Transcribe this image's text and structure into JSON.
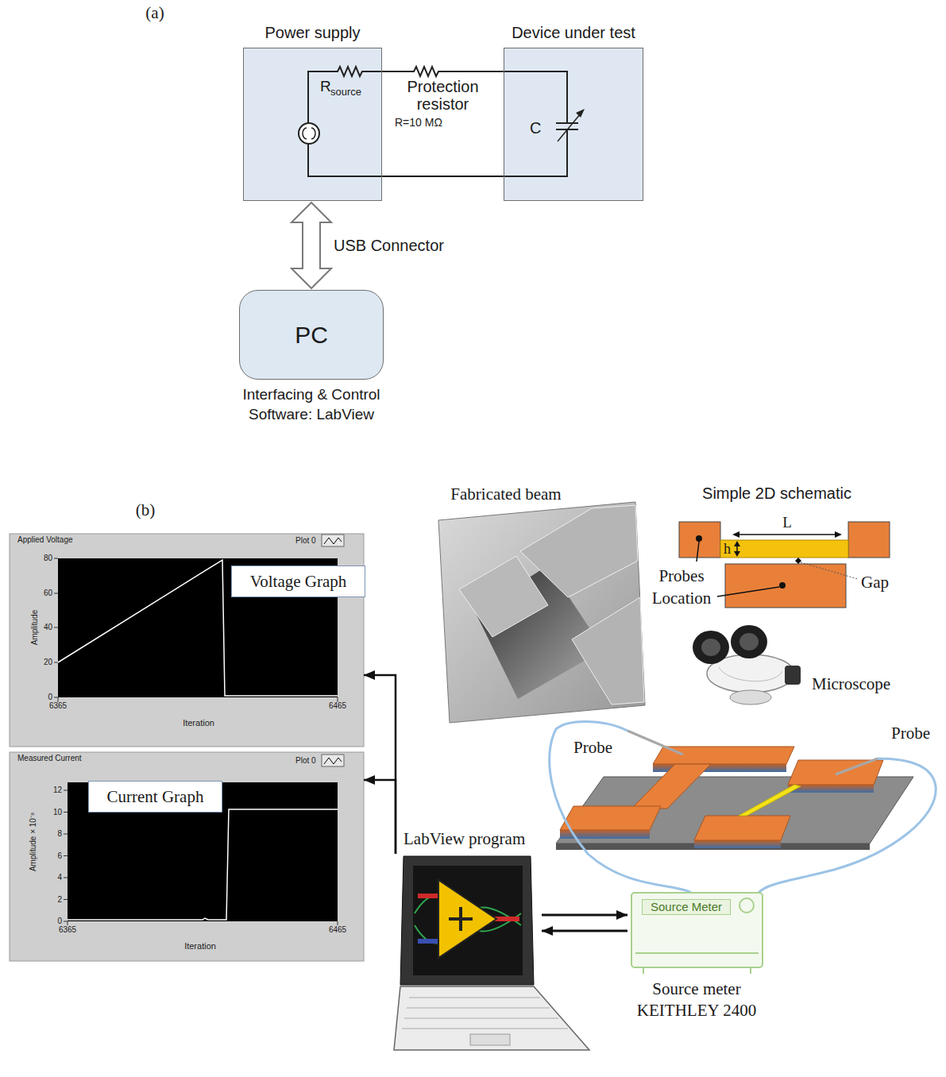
{
  "diagram": {
    "nodes": [
      {
        "text": [
          "Power supply"
        ]
      },
      {
        "text": [
          "Device under test"
        ]
      },
      {
        "text": [
          "PC",
          "Interfacing & Control Software: LabView"
        ]
      },
      {
        "text": [
          "Applied Voltage"
        ]
      },
      {
        "text": [
          "Voltage Graph"
        ],
        "in": 3
      },
      {
        "text": [
          "Measured Current"
        ]
      },
      {
        "text": [
          "Current Graph"
        ],
        "in": 5
      },
      {
        "text": [
          "LabView program"
        ]
      },
      {
        "text": [
          "Source Meter",
          "Source meter KEITHLEY 2400"
        ]
      }
    ],
    "edges": [
      {
        "from": 0,
        "to": 2,
        "arrow": "both",
        "label": "USB Connector"
      },
      {
        "from": 0,
        "to": 1,
        "arrow": "none",
        "label": "Protection resistor"
      },
      {
        "from": 0,
        "to": 1,
        "arrow": "none"
      },
      {
        "from": 7,
        "to": 3,
        "arrow": "to"
      },
      {
        "from": 7,
        "to": 5,
        "arrow": "to"
      },
      {
        "from": 7,
        "to": 8,
        "arrow": "to"
      },
      {
        "from": 8,
        "to": 7,
        "arrow": "to"
      }
    ],
    "labels": [
      "(a)",
      "R",
      "source",
      "R=10 MΩ",
      "C",
      "(b)",
      "Plot 0",
      "80",
      "60",
      "40",
      "20",
      "0",
      "Amplitude",
      "6365",
      "6465",
      "Iteration",
      "Plot 0",
      "12",
      "10",
      "8",
      "6",
      "4",
      "2",
      "0",
      "Amplitude × 10⁻⁸",
      "6365",
      "6465",
      "Iteration",
      "Fabricated beam",
      "Simple 2D schematic",
      "L",
      "h",
      "Probes Location",
      "Gap",
      "Microscope",
      "Probe",
      "Probe"
    ]
  }
}
